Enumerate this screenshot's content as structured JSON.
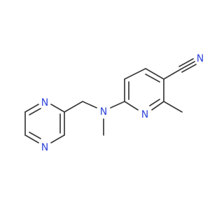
{
  "molecule": {
    "atoms": {
      "nitrile_n": "N",
      "amine_n": "N",
      "pyridine_n": "N",
      "pyrazine_n_top": "N",
      "pyrazine_n_bottom": "N"
    },
    "colors": {
      "bond": "#3a3a3a",
      "nitrogen": "#3046d9",
      "background": "#ffffff"
    }
  }
}
